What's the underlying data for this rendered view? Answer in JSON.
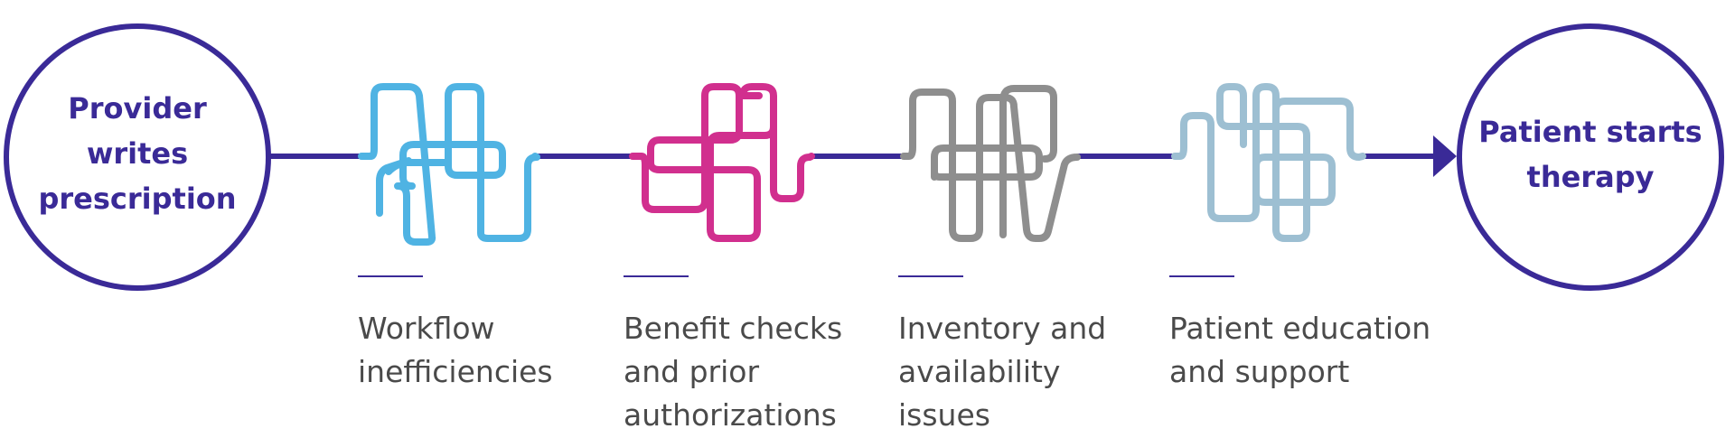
{
  "start_node": {
    "lines": [
      "Provider",
      "writes",
      "prescription"
    ]
  },
  "end_node": {
    "lines": [
      "Patient starts",
      "therapy"
    ]
  },
  "stages": [
    {
      "caption_lines": [
        "Workflow",
        "inefficiencies"
      ],
      "color": "#4fb3e3"
    },
    {
      "caption_lines": [
        "Benefit checks",
        "and prior",
        "authorizations"
      ],
      "color": "#d12f8e"
    },
    {
      "caption_lines": [
        "Inventory and",
        "availability",
        "issues"
      ],
      "color": "#8e8e8e"
    },
    {
      "caption_lines": [
        "Patient education",
        "and support"
      ],
      "color": "#9dbfd2"
    }
  ],
  "colors": {
    "primary": "#3a2a97",
    "caption_text": "#4a4a4a"
  }
}
